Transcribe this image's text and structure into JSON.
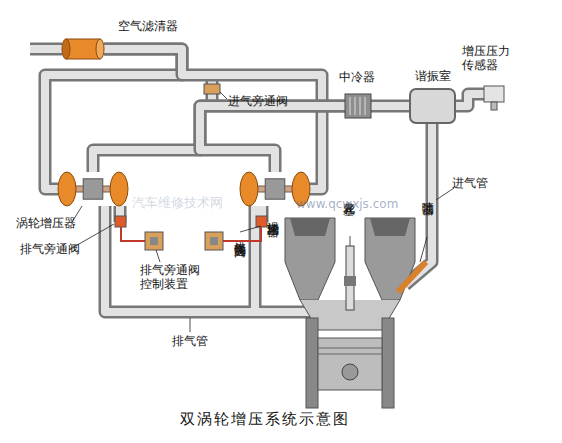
{
  "diagram": {
    "caption": "双涡轮增压系统示意图",
    "nodes": [
      {
        "text": [
          "空气滤清器"
        ]
      },
      {
        "text": [
          "增压压力 传感器"
        ]
      },
      {
        "text": [
          "中冷器"
        ]
      },
      {
        "text": [
          "谐振室"
        ]
      },
      {
        "text": [
          "涡轮增压器"
        ]
      },
      {
        "text": [
          "涡轮增压器"
        ]
      }
    ],
    "edges": [
      {
        "from": 0,
        "to": 4,
        "arrow": "none"
      },
      {
        "from": 0,
        "to": 5,
        "arrow": "none"
      },
      {
        "from": 4,
        "to": 2,
        "arrow": "none"
      },
      {
        "from": 5,
        "to": 2,
        "arrow": "none"
      },
      {
        "from": 2,
        "to": 3,
        "arrow": "none"
      },
      {
        "from": 3,
        "to": 1,
        "arrow": "none"
      }
    ],
    "labels": [
      "进气旁通阀",
      "排气旁通阀",
      "排气旁通阀",
      "排气旁通阀 控制装置",
      "火花塞",
      "喷油器",
      "进气管",
      "排气管",
      "汽车维修技术网",
      "www.qcwxjs.com"
    ]
  }
}
